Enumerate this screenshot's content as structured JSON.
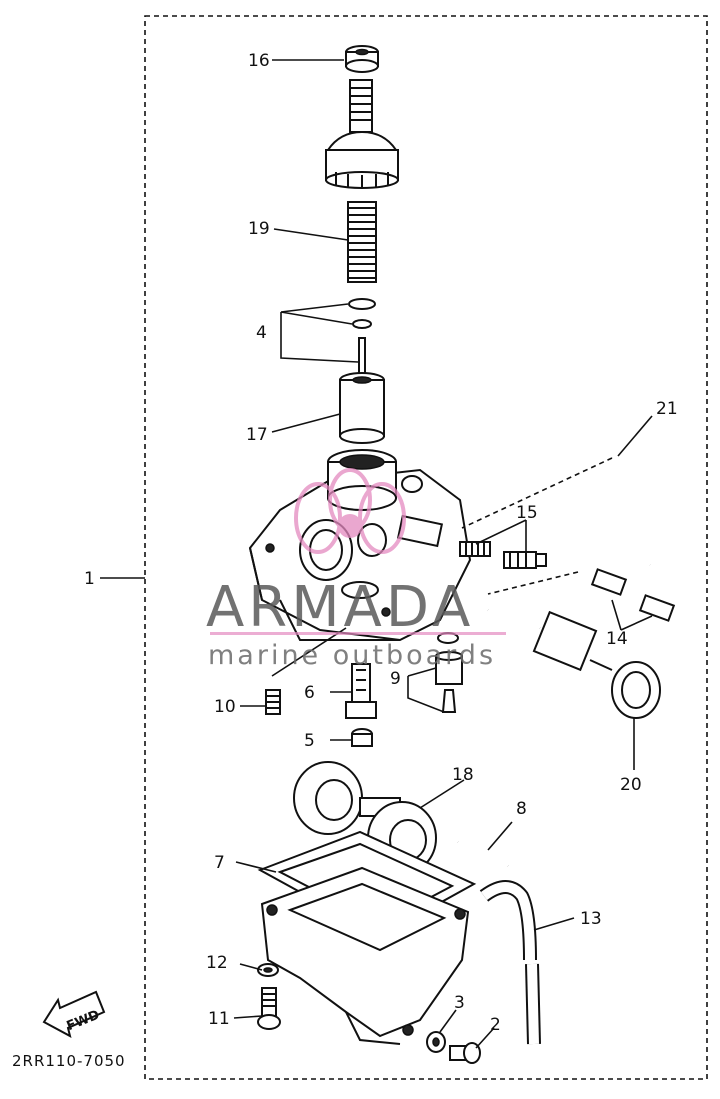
{
  "diagram": {
    "code": "2RR110-7050",
    "fwd_label": "FWD",
    "watermark": {
      "brand": "ARMADA",
      "tagline": "marine outboards",
      "brand_color": "#e48ac0"
    },
    "callouts": [
      {
        "id": "1",
        "label": "1"
      },
      {
        "id": "2",
        "label": "2"
      },
      {
        "id": "3",
        "label": "3"
      },
      {
        "id": "4",
        "label": "4"
      },
      {
        "id": "5",
        "label": "5"
      },
      {
        "id": "6",
        "label": "6"
      },
      {
        "id": "7",
        "label": "7"
      },
      {
        "id": "8",
        "label": "8"
      },
      {
        "id": "9",
        "label": "9"
      },
      {
        "id": "10",
        "label": "10"
      },
      {
        "id": "11",
        "label": "11"
      },
      {
        "id": "12",
        "label": "12"
      },
      {
        "id": "13",
        "label": "13"
      },
      {
        "id": "14",
        "label": "14"
      },
      {
        "id": "15",
        "label": "15"
      },
      {
        "id": "16",
        "label": "16"
      },
      {
        "id": "17",
        "label": "17"
      },
      {
        "id": "18",
        "label": "18"
      },
      {
        "id": "19",
        "label": "19"
      },
      {
        "id": "20",
        "label": "20"
      },
      {
        "id": "21",
        "label": "21"
      }
    ]
  }
}
